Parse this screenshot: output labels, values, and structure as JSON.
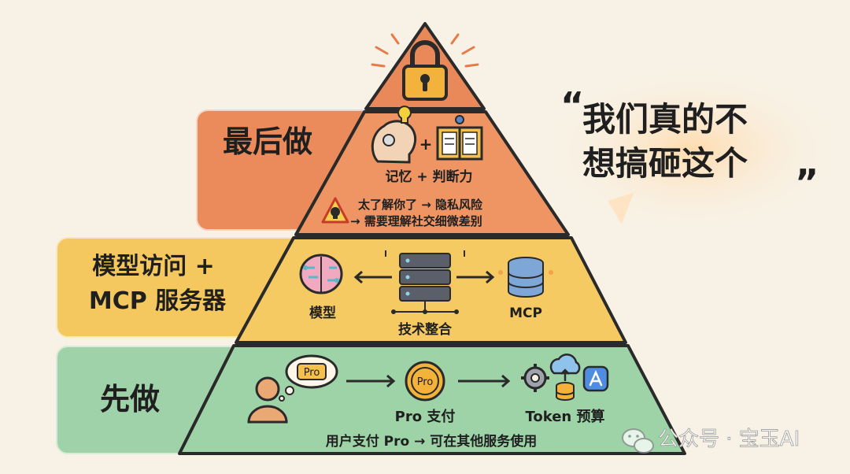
{
  "colors": {
    "background": "#f8f2e6",
    "top_tier": "#e9895a",
    "upper_tier": "#ee9563",
    "middle_tier": "#f6ca62",
    "bottom_tier": "#9ed3a7",
    "outline": "#2a2a2a"
  },
  "tiers": {
    "top": {
      "label": "最后做",
      "memory_caption": "记忆 + 判断力",
      "risk_line_1": "太了解你了 → 隐私风险",
      "risk_line_2": "→ 需要理解社交细微差别",
      "icons": [
        "lock-icon",
        "brain-idea-icon",
        "book-icon",
        "warning-skull-icon"
      ]
    },
    "middle": {
      "label_line_1": "模型访问 +",
      "label_line_2": "MCP 服务器",
      "model_caption": "模型",
      "integration_caption": "技术整合",
      "mcp_caption": "MCP",
      "icons": [
        "brain-circuit-icon",
        "server-icon",
        "database-icon"
      ]
    },
    "bottom": {
      "label": "先做",
      "pro_bubble_text": "Pro",
      "pro_coin_text": "Pro",
      "pro_pay_caption": "Pro 支付",
      "token_caption": "Token 预算",
      "footer_line": "用户支付 Pro → 可在其他服务使用",
      "icons": [
        "user-icon",
        "coin-icon",
        "gear-icon",
        "cloud-upload-icon",
        "app-store-icon"
      ]
    }
  },
  "quote": {
    "open_mark": "“",
    "line_1": "我们真的不",
    "line_2": "想搞砸这个",
    "close_mark": "”"
  },
  "watermark": {
    "text": "公众号 · 宝玉AI",
    "icon": "wechat-icon"
  }
}
